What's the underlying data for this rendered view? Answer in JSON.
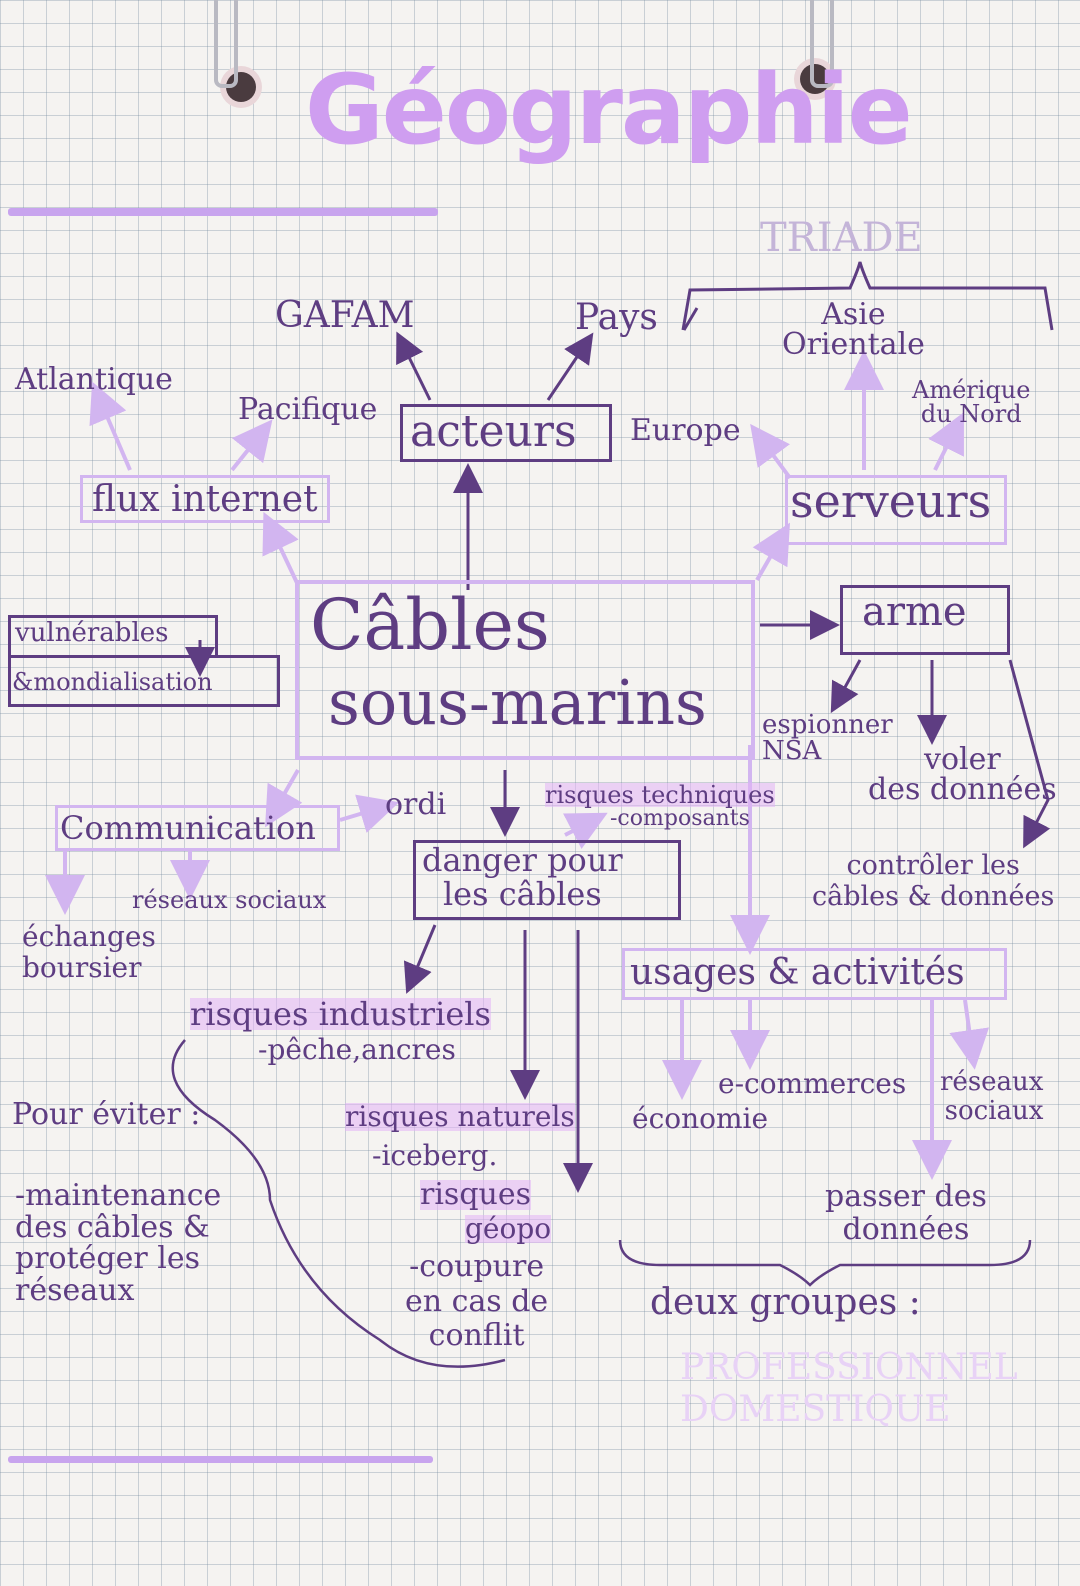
{
  "title": "Géographie",
  "nodes": {
    "triade": "TRIADE",
    "gafam": "GAFAM",
    "pays": "Pays",
    "asie": "Asie\nOrientale",
    "amerique": "Amérique\ndu Nord",
    "atlantique": "Atlantique",
    "pacifique": "Pacifique",
    "acteurs": "acteurs",
    "europe": "Europe",
    "flux": "flux internet",
    "serveurs": "serveurs",
    "vulnerables": "vulnérables",
    "mondialisation": "&mondialisation",
    "cables_1": "Câbles",
    "cables_2": "sous-marins",
    "arme": "arme",
    "espionner": "espionner\nNSA",
    "voler": "voler\ndes données",
    "communication": "Communication",
    "ordi": "ordi",
    "risques_tech": "risques techniques",
    "composants": "-composants",
    "danger": "danger pour\nles câbles",
    "controler": "contrôler les\ncâbles & données",
    "reseaux_sociaux": "réseaux sociaux",
    "echanges": "échanges\nboursier",
    "usages": "usages & activités",
    "risques_ind": "risques industriels",
    "peche": "-pêche,ancres",
    "eviter": "Pour éviter :",
    "maintenance": "-maintenance\ndes câbles &\nprotéger les\nréseaux",
    "risques_nat": "risques naturels",
    "iceberg": "-iceberg.",
    "risques_geo_1": "risques",
    "risques_geo_2": "géopo",
    "coupure": "-coupure\nen cas de\nconflit",
    "ecommerces": "e-commerces",
    "economie": "économie",
    "reseaux_2": "réseaux\nsociaux",
    "passer": "passer des\ndonnées",
    "deux_groupes": "deux groupes :",
    "professionnel": "PROFESSIONNEL",
    "domestique": "DOMESTIQUE"
  },
  "colors": {
    "dark": "#5e3d82",
    "light": "#d2b5f0",
    "title": "#c99ae8",
    "highlight": "#e2b2f5"
  }
}
